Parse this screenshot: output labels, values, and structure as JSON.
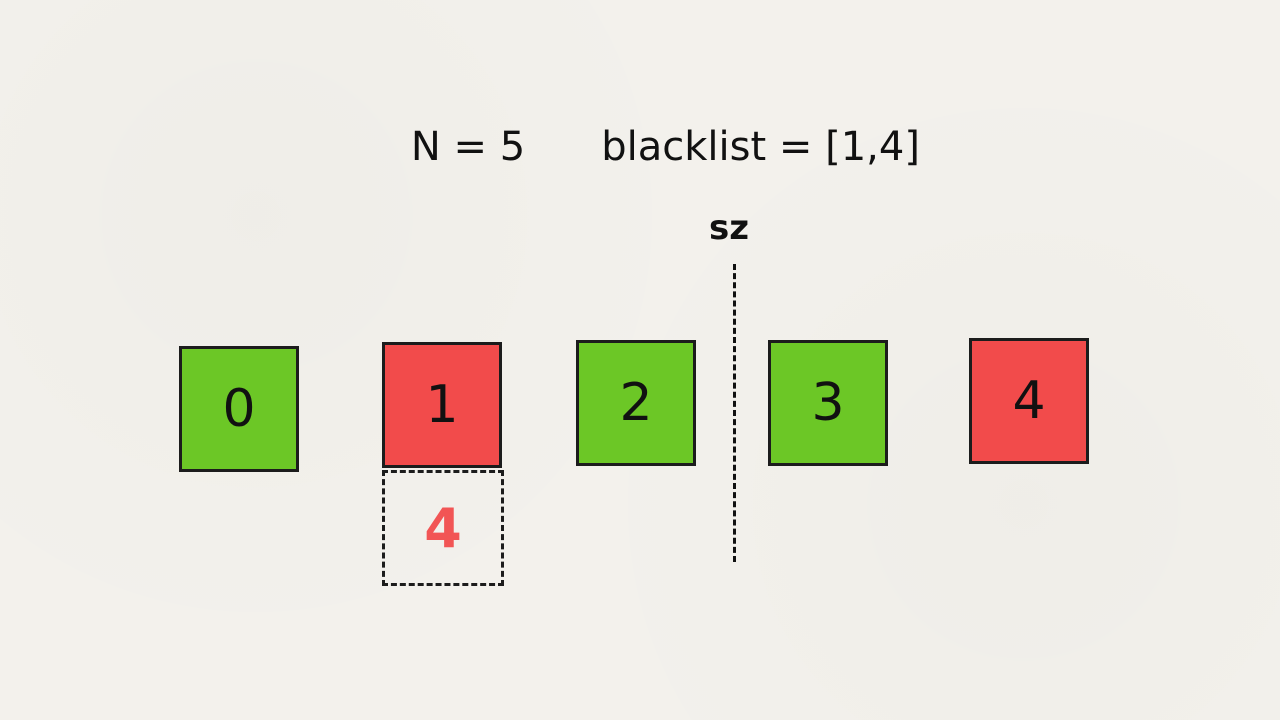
{
  "header": {
    "n_text": "N = 5",
    "blacklist_text": "blacklist = [1,4]"
  },
  "divider_label": "sz",
  "cells": [
    {
      "label": "0",
      "status": "allowed"
    },
    {
      "label": "1",
      "status": "blacklisted"
    },
    {
      "label": "2",
      "status": "allowed"
    },
    {
      "label": "3",
      "status": "allowed"
    },
    {
      "label": "4",
      "status": "blacklisted"
    }
  ],
  "mapping": {
    "from_cell": "1",
    "to_value": "4"
  },
  "colors": {
    "allowed": "#6cc726",
    "blacklisted": "#f24b4b",
    "mapped_text": "#f25555",
    "background": "#f3f1ec"
  }
}
